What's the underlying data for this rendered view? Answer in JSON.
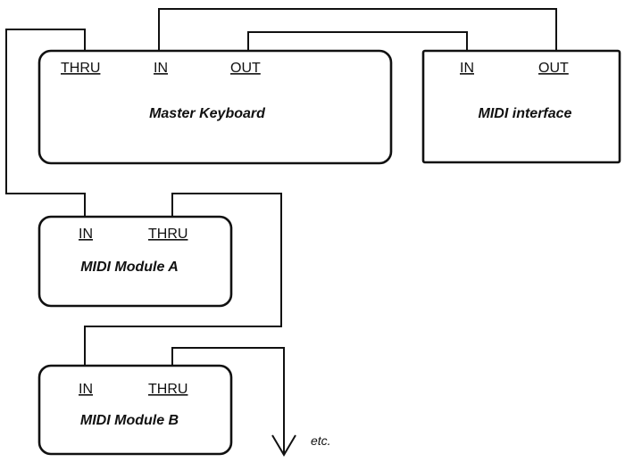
{
  "master_keyboard": {
    "title": "Master Keyboard",
    "port_thru": "THRU",
    "port_in": "IN",
    "port_out": "OUT"
  },
  "midi_interface": {
    "title": "MIDI interface",
    "port_in": "IN",
    "port_out": "OUT"
  },
  "module_a": {
    "title": "MIDI Module A",
    "port_in": "IN",
    "port_thru": "THRU"
  },
  "module_b": {
    "title": "MIDI Module B",
    "port_in": "IN",
    "port_thru": "THRU"
  },
  "continuation_label": "etc."
}
